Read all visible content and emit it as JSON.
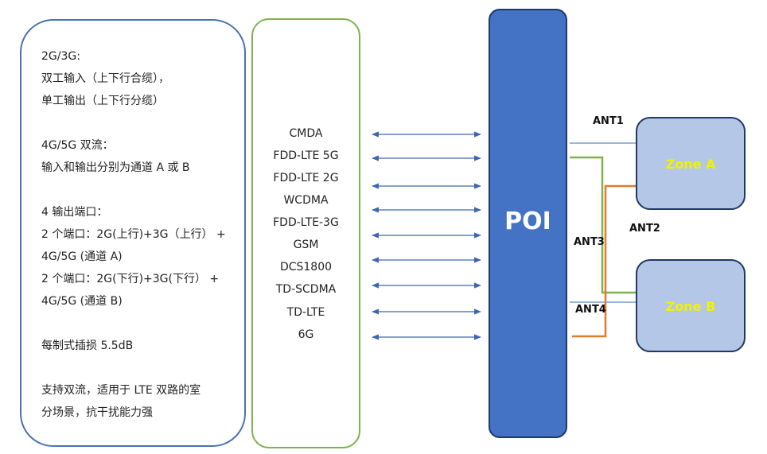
{
  "description": {
    "lines": [
      "2G/3G:",
      "双工输入（上下行合缆），",
      "单工输出（上下行分缆）",
      "",
      "4G/5G 双流：",
      "输入和输出分别为通道 A 或 B",
      "",
      "4 输出端口：",
      "2 个端口：2G(上行)+3G（上行） +",
      "4G/5G (通道 A)",
      "2 个端口：2G(下行)+3G(下行） +",
      "4G/5G (通道 B)",
      "",
      "每制式插损 5.5dB",
      "",
      "支持双流，适用于 LTE 双路的室",
      "分场景，抗干扰能力强"
    ]
  },
  "technologies": [
    "CMDA",
    "FDD-LTE 5G",
    "FDD-LTE 2G",
    "WCDMA",
    "FDD-LTE-3G",
    "GSM",
    "DCS1800",
    "TD-SCDMA",
    "TD-LTE",
    "6G"
  ],
  "poi": {
    "label": "POI"
  },
  "zones": {
    "a": "Zone A",
    "b": "Zone B"
  },
  "antennas": {
    "ant1": "ANT1",
    "ant2": "ANT2",
    "ant3": "ANT3",
    "ant4": "ANT4"
  },
  "colors": {
    "blue_box": "#4a72b0",
    "green_box": "#7fb24e",
    "poi_fill": "#4472c4",
    "zone_fill": "#b4c7e7",
    "zone_text": "#f2f200",
    "ant_blue": "#5b8bc9",
    "ant_green": "#7fb24e",
    "ant_orange": "#e07b2a",
    "arrow": "#3d66b0"
  }
}
